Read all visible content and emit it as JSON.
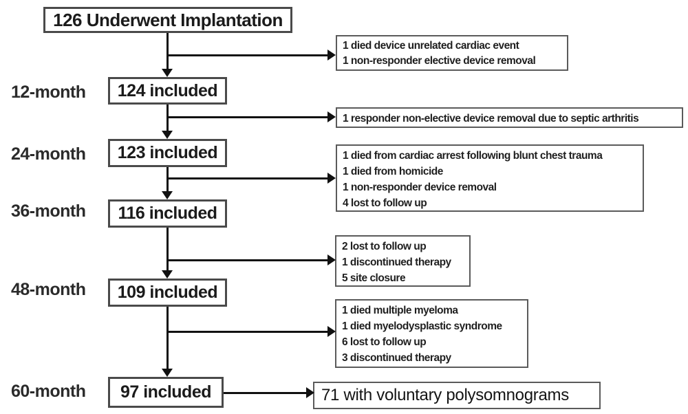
{
  "flow": {
    "root_box": {
      "label": "126 Underwent Implantation"
    },
    "stages": [
      {
        "stage_label": "12-month",
        "box_label": "124 included"
      },
      {
        "stage_label": "24-month",
        "box_label": "123 included"
      },
      {
        "stage_label": "36-month",
        "box_label": "116 included"
      },
      {
        "stage_label": "48-month",
        "box_label": "109 included"
      },
      {
        "stage_label": "60-month",
        "box_label": "97 included"
      }
    ],
    "side_boxes": [
      {
        "lines": [
          "1 died device unrelated cardiac event",
          "1 non-responder elective device removal"
        ]
      },
      {
        "lines": [
          "1 responder non-elective device removal due to septic arthritis"
        ]
      },
      {
        "lines": [
          "1 died from cardiac arrest following blunt chest trauma",
          "1 died from homicide",
          "1 non-responder device removal",
          "4 lost to follow up"
        ]
      },
      {
        "lines": [
          "2 lost to follow up",
          "1 discontinued therapy",
          "5 site closure"
        ]
      },
      {
        "lines": [
          "1 died multiple myeloma",
          "1 died myelodysplastic syndrome",
          "6 lost to follow up",
          "3 discontinued therapy"
        ]
      }
    ],
    "outcome_box": {
      "label": "71 with voluntary polysomnograms"
    }
  },
  "colors": {
    "text": "#1b1b1b",
    "border_dark": "#4a4a4a",
    "border_light": "#5a5a5a",
    "line": "#111111",
    "background": "#ffffff"
  }
}
